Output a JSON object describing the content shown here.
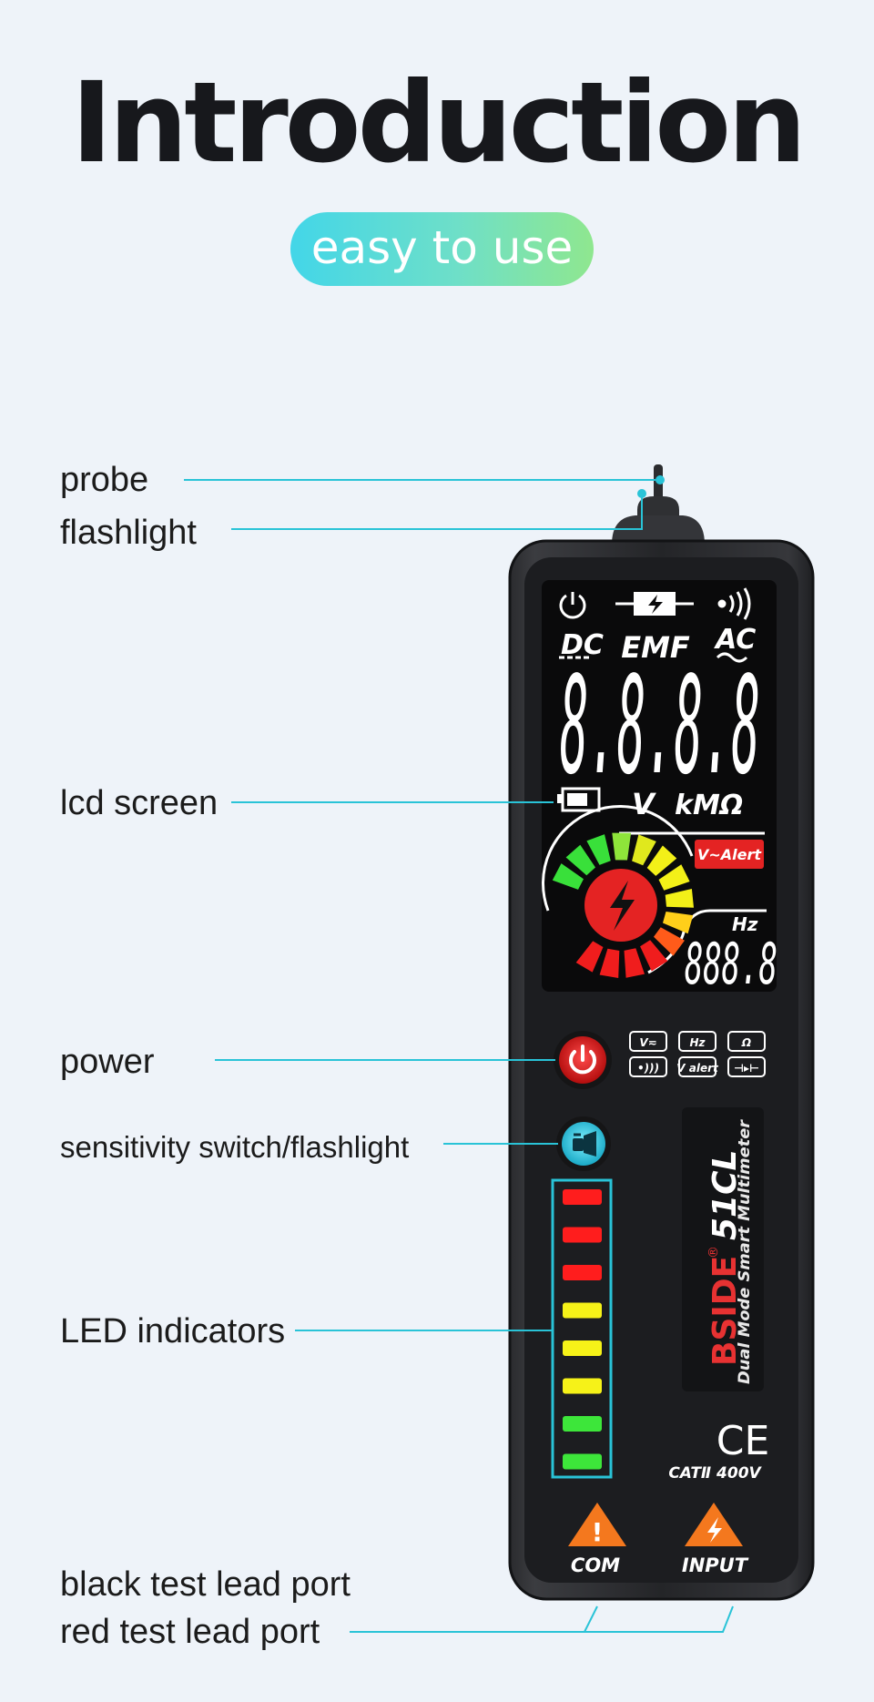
{
  "header": {
    "title": "Introduction",
    "subtitle": "easy to use"
  },
  "labels": {
    "probe": "probe",
    "flashlight": "flashlight",
    "lcd": "lcd screen",
    "power": "power",
    "sensitivity": "sensitivity switch/flashlight",
    "led": "LED indicators",
    "black_port": "black test lead port",
    "red_port": "red test lead port"
  },
  "device": {
    "lcd": {
      "top_left": "DC",
      "center": "EMF",
      "top_right": "AC",
      "main_digits": "8.8.8.8",
      "unit_v": "V",
      "unit_ohm": "kMΩ",
      "alert": "V~Alert",
      "hz": "Hz",
      "hz_digits": "888.8"
    },
    "mode_keys": [
      "V≂",
      "Hz",
      "Ω",
      "•)))",
      "V alert",
      "⊣▸⊢"
    ],
    "brand": "BSIDE",
    "registered": "®",
    "model": "51CL",
    "tagline": "Dual Mode Smart Multimeter",
    "ce": "CE",
    "rating": "CATⅡ  400V",
    "port_com": "COM",
    "port_input": "INPUT",
    "led_colors": [
      "#ff1d1d",
      "#ff1d1d",
      "#ff1d1d",
      "#f6f218",
      "#f6f218",
      "#f6f218",
      "#3de63a",
      "#3de63a"
    ],
    "accent_line": "#29c3d7"
  }
}
